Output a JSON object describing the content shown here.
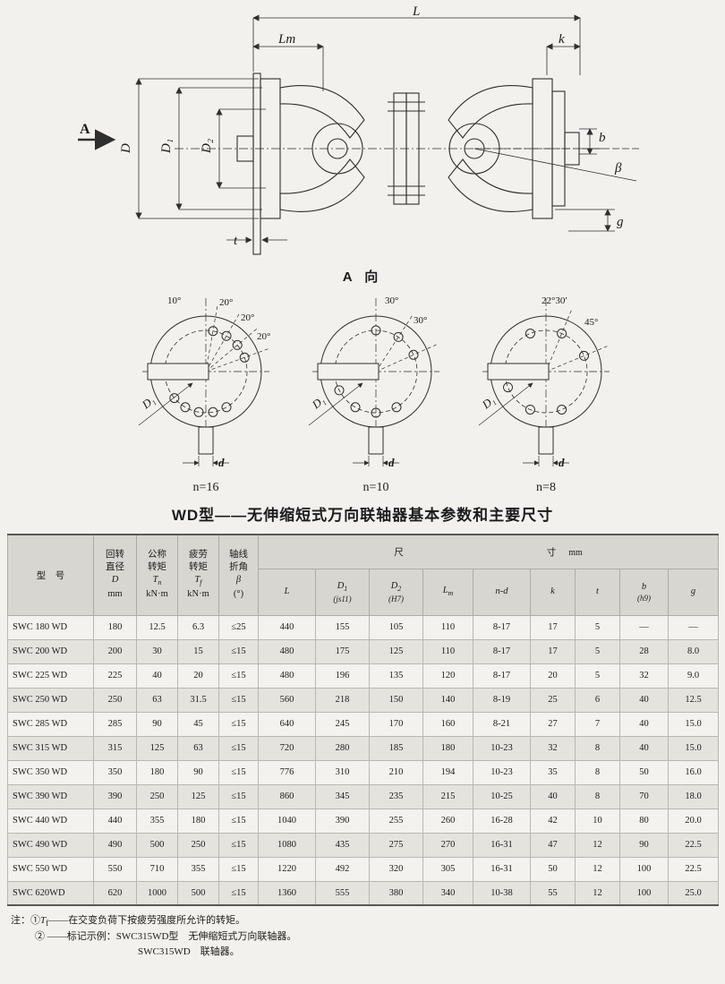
{
  "title": "WD型——无伸缩短式万向联轴器基本参数和主要尺寸",
  "drawing": {
    "view_label": "A 向",
    "labels": {
      "L": "L",
      "Lm": "Lm",
      "k": "k",
      "A": "A",
      "D": "D",
      "D1": "D₁",
      "D2": "D₂",
      "t": "t",
      "b": "b",
      "beta": "β",
      "g": "g"
    }
  },
  "flanges": [
    {
      "n_label": "n=16",
      "angle1": "10°",
      "angle2": "20°",
      "angle3": "20°",
      "angle4": "20°",
      "d1_label": "D₁",
      "d_label": "d"
    },
    {
      "n_label": "n=10",
      "angle1": "30°",
      "angle2": "30°",
      "d1_label": "D₁",
      "d_label": "d"
    },
    {
      "n_label": "n=8",
      "angle1": "22°30′",
      "angle2": "45°",
      "d1_label": "D₁",
      "d_label": "d"
    }
  ],
  "table": {
    "header": {
      "model": "型　号",
      "cols": [
        {
          "l1": "回转",
          "l2": "直径",
          "sym": "D",
          "sub": "",
          "unit": "mm"
        },
        {
          "l1": "公称",
          "l2": "转矩",
          "sym": "T",
          "sub": "n",
          "unit": "kN·m"
        },
        {
          "l1": "疲劳",
          "l2": "转矩",
          "sym": "T",
          "sub": "f",
          "unit": "kN·m"
        },
        {
          "l1": "轴线",
          "l2": "折角",
          "sym": "β",
          "sub": "",
          "unit": "(°)"
        }
      ],
      "size": {
        "c1": "尺",
        "c2": "寸",
        "unit": "mm"
      }
    },
    "sub_headers": [
      {
        "main": "L",
        "sub": "",
        "tol": ""
      },
      {
        "main": "D",
        "sub": "1",
        "tol": "(js11)"
      },
      {
        "main": "D",
        "sub": "2",
        "tol": "(H7)"
      },
      {
        "main": "L",
        "sub": "m",
        "tol": ""
      },
      {
        "main": "n-d",
        "sub": "",
        "tol": ""
      },
      {
        "main": "k",
        "sub": "",
        "tol": ""
      },
      {
        "main": "t",
        "sub": "",
        "tol": ""
      },
      {
        "main": "b",
        "sub": "",
        "tol": "(h9)"
      },
      {
        "main": "g",
        "sub": "",
        "tol": ""
      }
    ],
    "rows": [
      [
        "SWC 180 WD",
        "180",
        "12.5",
        "6.3",
        "≤25",
        "440",
        "155",
        "105",
        "110",
        "8-17",
        "17",
        "5",
        "—",
        "—"
      ],
      [
        "SWC 200 WD",
        "200",
        "30",
        "15",
        "≤15",
        "480",
        "175",
        "125",
        "110",
        "8-17",
        "17",
        "5",
        "28",
        "8.0"
      ],
      [
        "SWC 225 WD",
        "225",
        "40",
        "20",
        "≤15",
        "480",
        "196",
        "135",
        "120",
        "8-17",
        "20",
        "5",
        "32",
        "9.0"
      ],
      [
        "SWC 250 WD",
        "250",
        "63",
        "31.5",
        "≤15",
        "560",
        "218",
        "150",
        "140",
        "8-19",
        "25",
        "6",
        "40",
        "12.5"
      ],
      [
        "SWC 285 WD",
        "285",
        "90",
        "45",
        "≤15",
        "640",
        "245",
        "170",
        "160",
        "8-21",
        "27",
        "7",
        "40",
        "15.0"
      ],
      [
        "SWC 315 WD",
        "315",
        "125",
        "63",
        "≤15",
        "720",
        "280",
        "185",
        "180",
        "10-23",
        "32",
        "8",
        "40",
        "15.0"
      ],
      [
        "SWC 350 WD",
        "350",
        "180",
        "90",
        "≤15",
        "776",
        "310",
        "210",
        "194",
        "10-23",
        "35",
        "8",
        "50",
        "16.0"
      ],
      [
        "SWC 390 WD",
        "390",
        "250",
        "125",
        "≤15",
        "860",
        "345",
        "235",
        "215",
        "10-25",
        "40",
        "8",
        "70",
        "18.0"
      ],
      [
        "SWC 440 WD",
        "440",
        "355",
        "180",
        "≤15",
        "1040",
        "390",
        "255",
        "260",
        "16-28",
        "42",
        "10",
        "80",
        "20.0"
      ],
      [
        "SWC 490 WD",
        "490",
        "500",
        "250",
        "≤15",
        "1080",
        "435",
        "275",
        "270",
        "16-31",
        "47",
        "12",
        "90",
        "22.5"
      ],
      [
        "SWC 550 WD",
        "550",
        "710",
        "355",
        "≤15",
        "1220",
        "492",
        "320",
        "305",
        "16-31",
        "50",
        "12",
        "100",
        "22.5"
      ],
      [
        "SWC 620WD",
        "620",
        "1000",
        "500",
        "≤15",
        "1360",
        "555",
        "380",
        "340",
        "10-38",
        "55",
        "12",
        "100",
        "25.0"
      ]
    ]
  },
  "notes": {
    "label": "注：",
    "note1_circ": "①",
    "note1_sym": "T",
    "note1_sub": "f",
    "note1_rest": "——在交变负荷下按疲劳强度所允许的转矩。",
    "note2_circ": "②",
    "note2_rest": " ——标记示例：SWC315WD型　无伸缩短式万向联轴器。",
    "note3": "SWC315WD　联轴器。"
  }
}
